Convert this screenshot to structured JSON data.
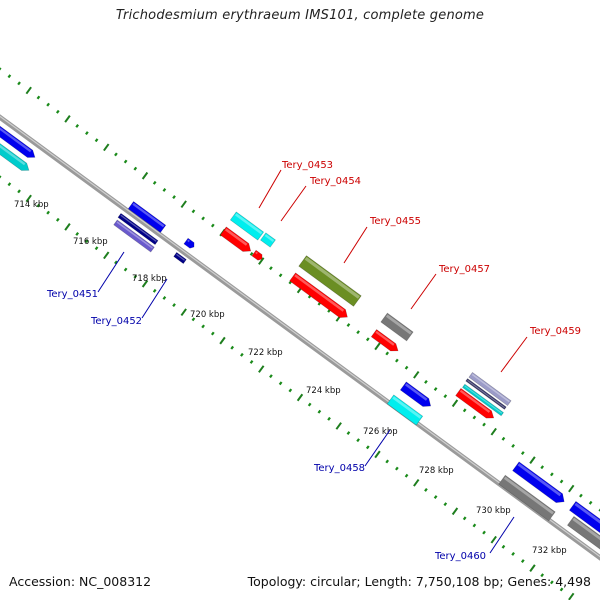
{
  "title": "Trichodesmium erythraeum IMS101, complete genome",
  "footer": {
    "accession": "Accession: NC_008312",
    "summary": "Topology: circular; Length: 7,750,108 bp; Genes: 4,498"
  },
  "colors": {
    "backbone": "#8a8a8a",
    "tick_dot": "#1a8a1a",
    "tick_major": "#1e7e1e",
    "forward_label": "#cc0000",
    "reverse_label": "#0000aa"
  },
  "ticks": [
    "714 kbp",
    "716 kbp",
    "718 kbp",
    "720 kbp",
    "722 kbp",
    "724 kbp",
    "726 kbp",
    "728 kbp",
    "730 kbp",
    "732 kbp"
  ],
  "genes_above": [
    {
      "label": "Tery_0453",
      "color": "#ff0000"
    },
    {
      "label": "Tery_0454",
      "color": "#ff0000"
    },
    {
      "label": "Tery_0455",
      "color": "#ff0000"
    },
    {
      "label": "Tery_0457",
      "color": "#ff0000"
    },
    {
      "label": "Tery_0459",
      "color": "#ff0000"
    }
  ],
  "genes_below": [
    {
      "label": "Tery_0451",
      "color": "#0000bb"
    },
    {
      "label": "Tery_0452",
      "color": "#0000bb"
    },
    {
      "label": "Tery_0458",
      "color": "#0000bb"
    },
    {
      "label": "Tery_0460",
      "color": "#0000bb"
    }
  ]
}
